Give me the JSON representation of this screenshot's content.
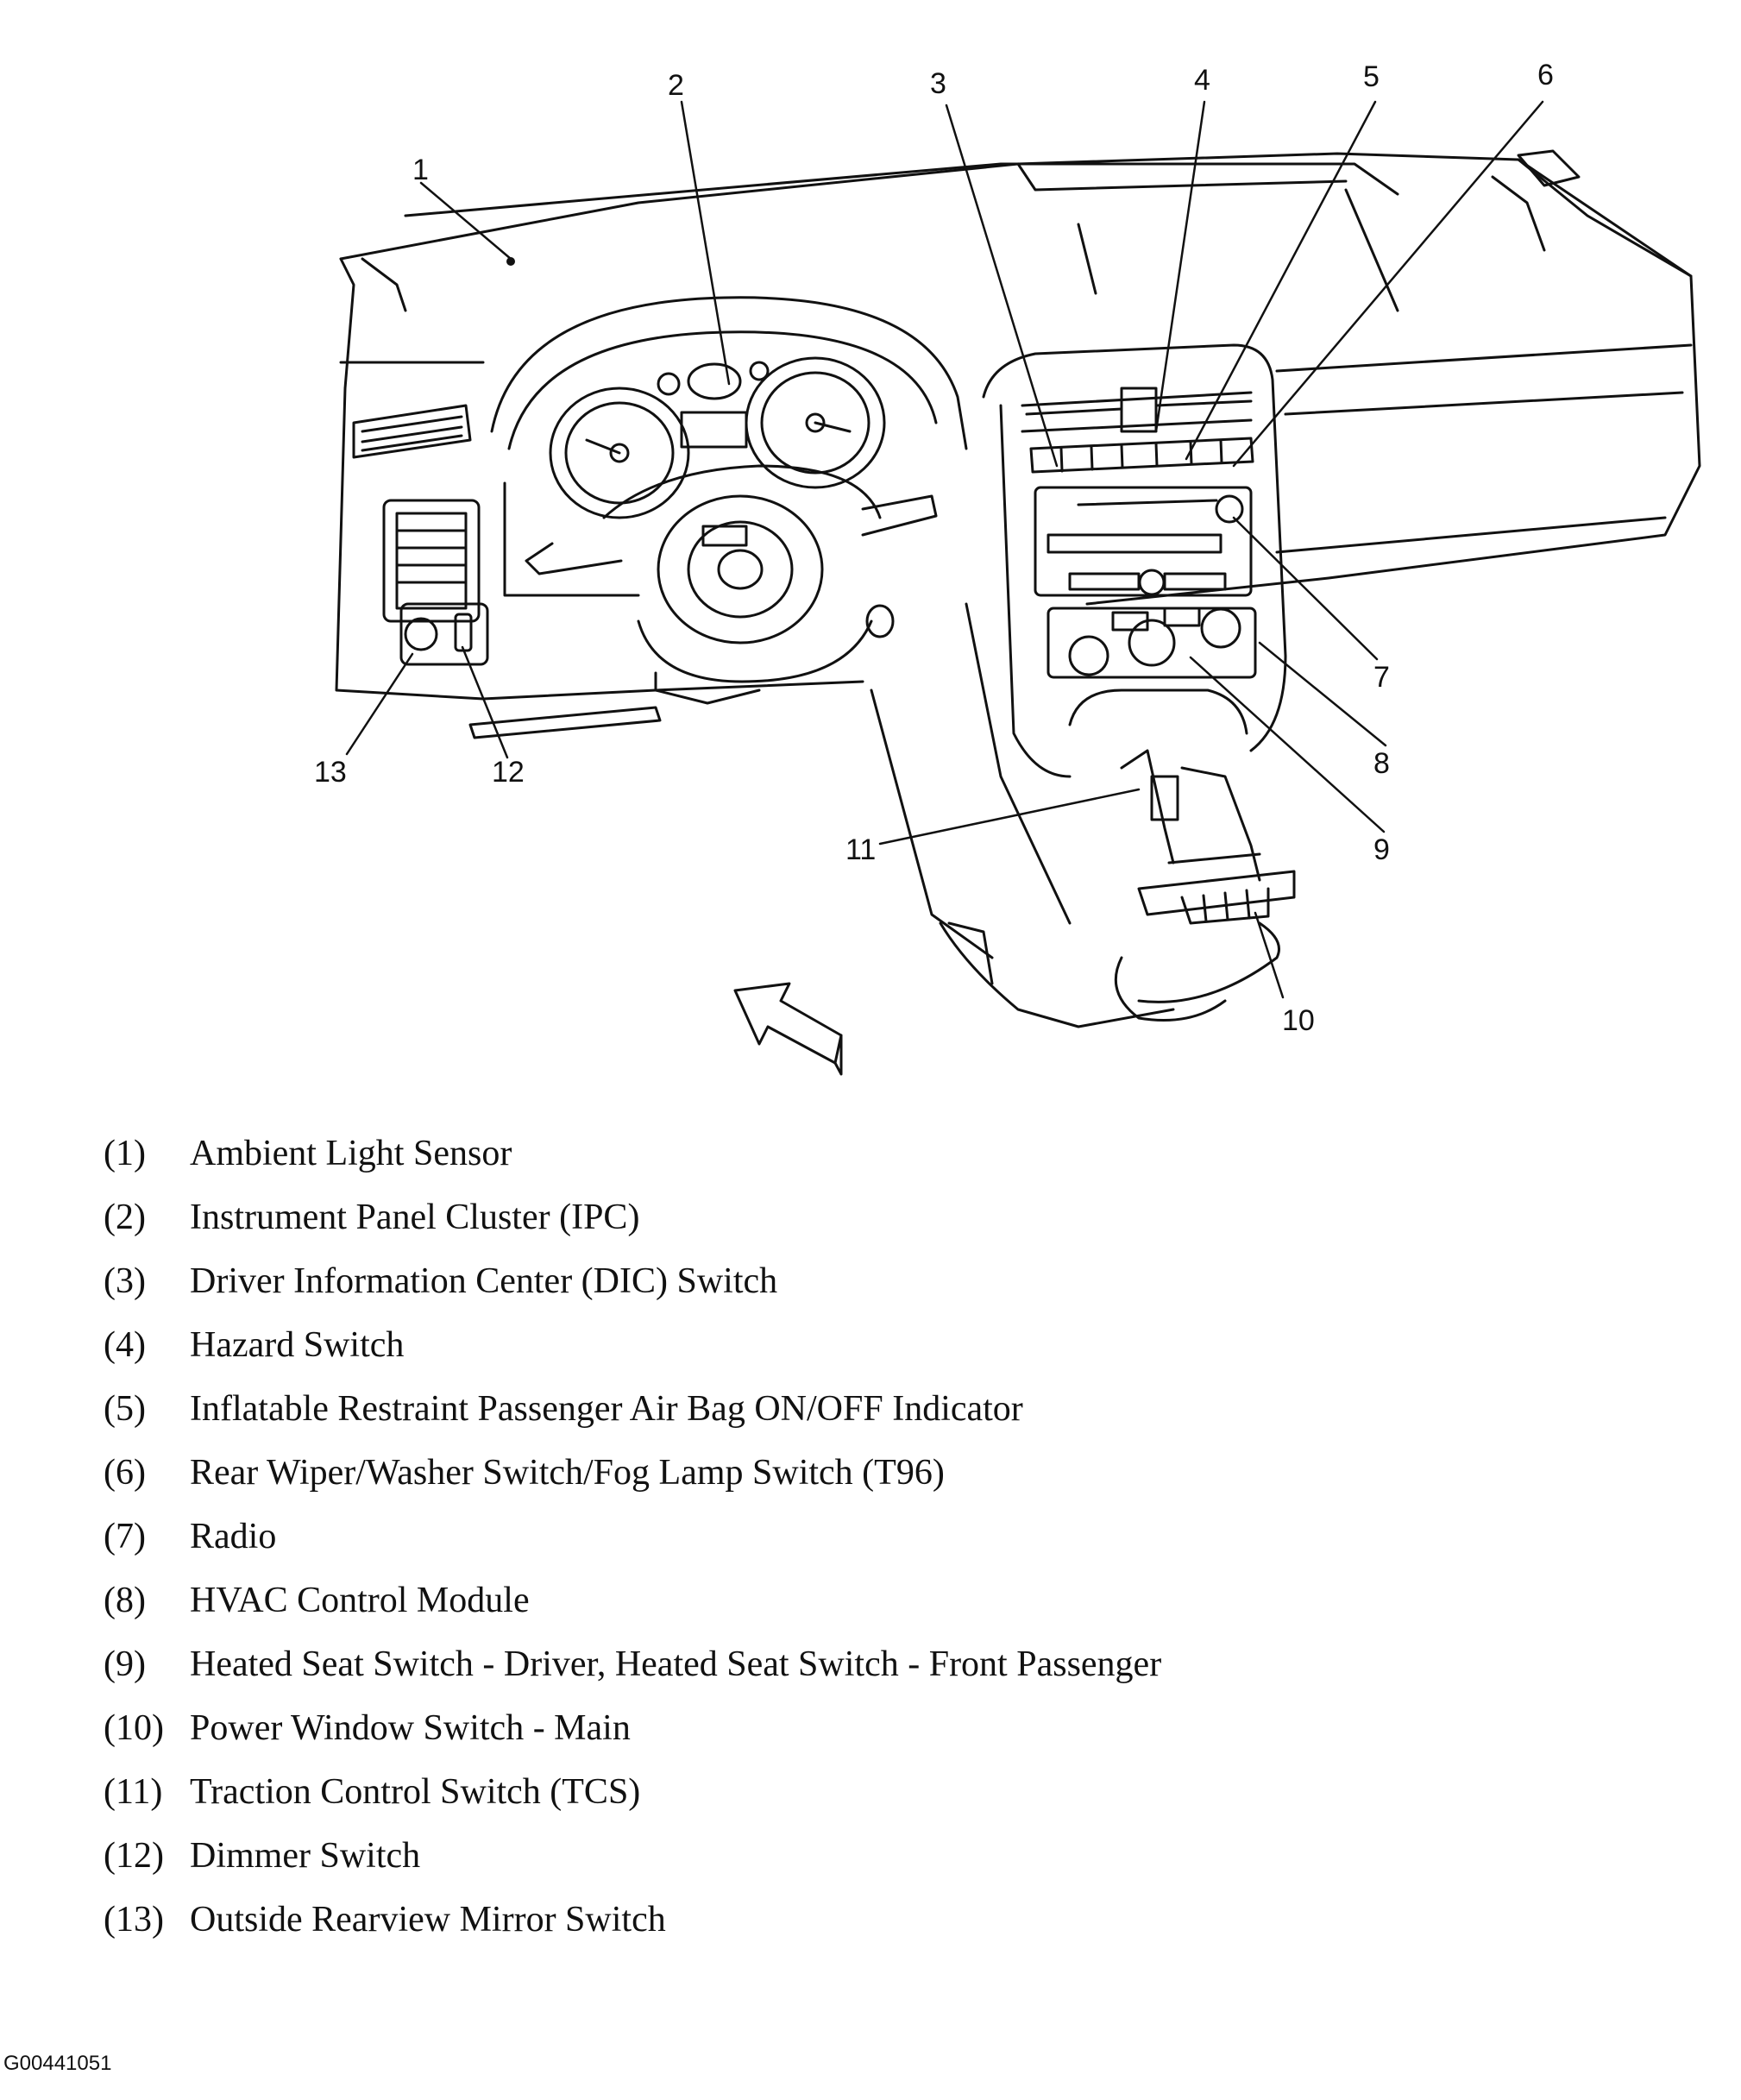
{
  "callouts": [
    {
      "number": "1",
      "label": "Ambient Light Sensor"
    },
    {
      "number": "2",
      "label": "Instrument Panel Cluster (IPC)"
    },
    {
      "number": "3",
      "label": "Driver Information Center (DIC) Switch"
    },
    {
      "number": "4",
      "label": "Hazard Switch"
    },
    {
      "number": "5",
      "label": "Inflatable Restraint Passenger Air Bag ON/OFF Indicator"
    },
    {
      "number": "6",
      "label": "Rear Wiper/Washer Switch/Fog Lamp Switch (T96)"
    },
    {
      "number": "7",
      "label": "Radio"
    },
    {
      "number": "8",
      "label": "HVAC Control Module"
    },
    {
      "number": "9",
      "label": "Heated Seat Switch - Driver, Heated Seat Switch - Front Passenger"
    },
    {
      "number": "10",
      "label": "Power Window Switch - Main"
    },
    {
      "number": "11",
      "label": "Traction Control Switch (TCS)"
    },
    {
      "number": "12",
      "label": "Dimmer Switch"
    },
    {
      "number": "13",
      "label": "Outside Rearview Mirror Switch"
    }
  ],
  "legend_numbers": [
    "(1)",
    "(2)",
    "(3)",
    "(4)",
    "(5)",
    "(6)",
    "(7)",
    "(8)",
    "(9)",
    "(10)",
    "(11)",
    "(12)",
    "(13)"
  ],
  "figure_id": "G00441051"
}
